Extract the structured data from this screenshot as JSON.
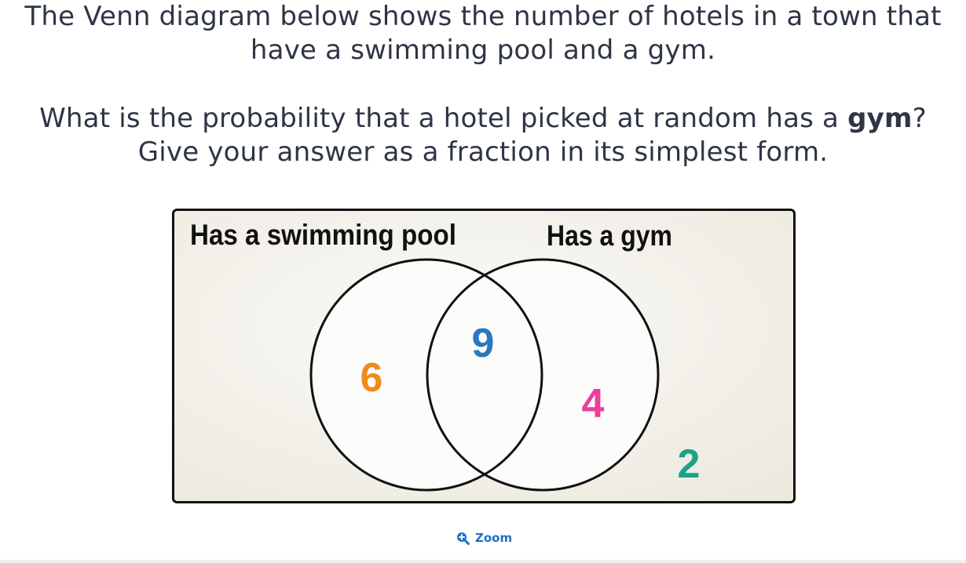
{
  "question": {
    "intro_line1": "The Venn diagram below shows the number of hotels in a town that",
    "intro_line2": "have a swimming pool and a gym.",
    "ask_before": "What is the probability that a hotel picked at random has a ",
    "ask_bold": "gym",
    "ask_after": "?",
    "instruction": "Give your answer as a fraction in its simplest form."
  },
  "venn": {
    "set_a_label": "Has a swimming pool",
    "set_b_label": "Has a gym",
    "only_a": "6",
    "both": "9",
    "only_b": "4",
    "neither": "2",
    "colors": {
      "only_a": "#f08a1c",
      "both": "#2a78c0",
      "only_b": "#ee3c9f",
      "neither": "#1aa386",
      "background": "#efece3",
      "circle_fill": "#fcfcfb",
      "stroke": "#111111"
    }
  },
  "zoom": {
    "label": "Zoom",
    "icon": "zoom-in-icon"
  }
}
